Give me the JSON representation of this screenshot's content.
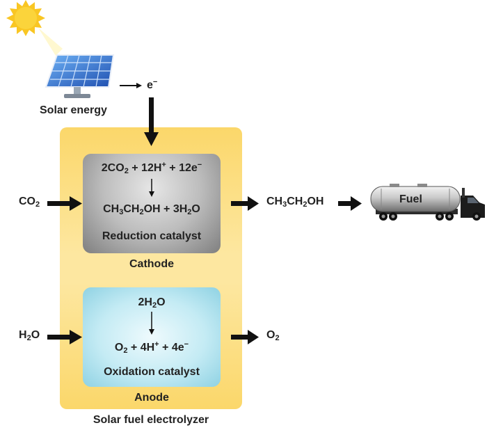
{
  "source": {
    "label": "Solar energy",
    "electron": "e⁻"
  },
  "electrolyzer": {
    "label": "Solar fuel electrolyzer"
  },
  "cathode": {
    "label": "Cathode",
    "catalyst": "Reduction catalyst",
    "reactants": "2CO₂ + 12H⁺ + 12e⁻",
    "products": "CH₃CH₂OH + 3H₂O",
    "input": "CO₂",
    "output": "CH₃CH₂OH"
  },
  "anode": {
    "label": "Anode",
    "catalyst": "Oxidation catalyst",
    "reactants": "2H₂O",
    "products": "O₂ + 4H⁺ + 4e⁻",
    "input": "H₂O",
    "output": "O₂"
  },
  "truck": {
    "label": "Fuel"
  },
  "colors": {
    "electrolyzer": "#fbd76a",
    "cathode": "#9e9e9e",
    "anode": "#a8dfec",
    "sun": "#f9c623",
    "panel": "#2f6fd0",
    "arrow": "#111111"
  }
}
